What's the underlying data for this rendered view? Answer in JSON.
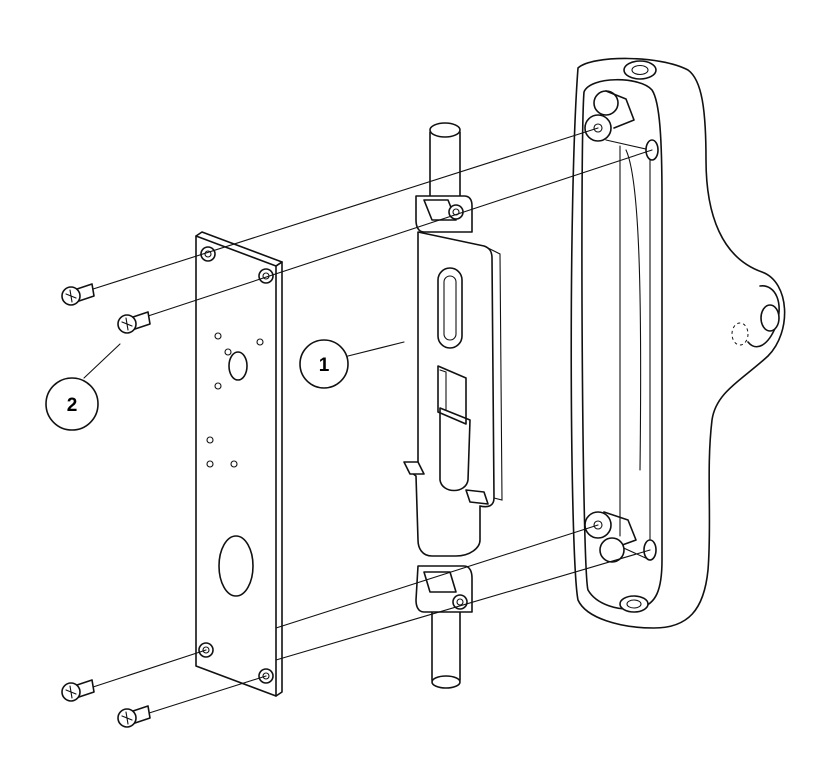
{
  "callouts": [
    {
      "label": "1",
      "part": "latch-bolt-assembly"
    },
    {
      "label": "2",
      "part": "mounting-screw"
    }
  ]
}
